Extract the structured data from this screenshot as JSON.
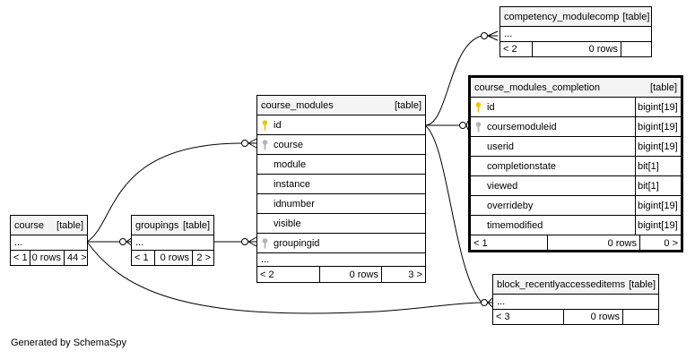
{
  "footer_text": "Generated by SchemaSpy",
  "icons": {
    "primary_key": "gold-key-icon",
    "foreign_key": "gray-key-icon"
  },
  "colors": {
    "primary_key": "#e8c900",
    "foreign_key": "#b4b4b4",
    "header_bg": "#f4f4f4",
    "line": "#000000"
  },
  "tables": {
    "competency_modulecomp": {
      "name": "competency_modulecomp",
      "type": "[table]",
      "ellipsis": "...",
      "footer": {
        "parents": "< 2",
        "rows": "0 rows",
        "children": ""
      }
    },
    "course_modules": {
      "name": "course_modules",
      "type": "[table]",
      "columns": [
        {
          "name": "id",
          "key": "primary"
        },
        {
          "name": "course",
          "key": "foreign"
        },
        {
          "name": "module",
          "key": ""
        },
        {
          "name": "instance",
          "key": ""
        },
        {
          "name": "idnumber",
          "key": ""
        },
        {
          "name": "visible",
          "key": ""
        },
        {
          "name": "groupingid",
          "key": "foreign"
        }
      ],
      "ellipsis": "...",
      "footer": {
        "parents": "< 2",
        "rows": "0 rows",
        "children": "3 >"
      }
    },
    "course_modules_completion": {
      "name": "course_modules_completion",
      "type": "[table]",
      "columns": [
        {
          "name": "id",
          "type": "bigint[19]",
          "key": "primary"
        },
        {
          "name": "coursemoduleid",
          "type": "bigint[19]",
          "key": "foreign"
        },
        {
          "name": "userid",
          "type": "bigint[19]",
          "key": ""
        },
        {
          "name": "completionstate",
          "type": "bit[1]",
          "key": ""
        },
        {
          "name": "viewed",
          "type": "bit[1]",
          "key": ""
        },
        {
          "name": "overrideby",
          "type": "bigint[19]",
          "key": ""
        },
        {
          "name": "timemodified",
          "type": "bigint[19]",
          "key": ""
        }
      ],
      "footer": {
        "parents": "< 1",
        "rows": "0 rows",
        "children": "0 >"
      }
    },
    "course": {
      "name": "course",
      "type": "[table]",
      "ellipsis": "...",
      "footer": {
        "parents": "< 1",
        "rows": "0 rows",
        "children": "44 >"
      }
    },
    "groupings": {
      "name": "groupings",
      "type": "[table]",
      "ellipsis": "...",
      "footer": {
        "parents": "< 1",
        "rows": "0 rows",
        "children": "2 >"
      }
    },
    "block_recentlyaccesseditems": {
      "name": "block_recentlyaccesseditems",
      "type": "[table]",
      "ellipsis": "...",
      "footer": {
        "parents": "< 3",
        "rows": "0 rows",
        "children": ""
      }
    }
  }
}
